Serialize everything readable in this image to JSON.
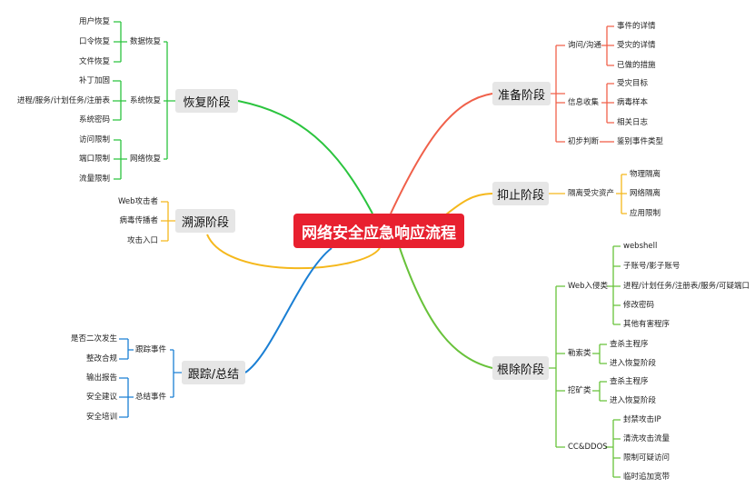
{
  "root": "网络安全应急响应流程",
  "stages": {
    "recovery": "恢复阶段",
    "trace": "溯源阶段",
    "track": "跟踪/总结",
    "prepare": "准备阶段",
    "suppress": "抑止阶段",
    "eradicate": "根除阶段"
  },
  "recovery": {
    "data": {
      "label": "数据恢复",
      "items": [
        "用户恢复",
        "口令恢复",
        "文件恢复"
      ]
    },
    "system": {
      "label": "系统恢复",
      "items": [
        "补丁加固",
        "进程/服务/计划任务/注册表",
        "系统密码"
      ]
    },
    "network": {
      "label": "网络恢复",
      "items": [
        "访问限制",
        "端口限制",
        "流量限制"
      ]
    }
  },
  "trace": {
    "items": [
      "Web攻击者",
      "病毒传播者",
      "攻击入口"
    ]
  },
  "track": {
    "follow": {
      "label": "跟踪事件",
      "items": [
        "是否二次发生",
        "整改合规"
      ]
    },
    "summary": {
      "label": "总结事件",
      "items": [
        "输出报告",
        "安全建议",
        "安全培训"
      ]
    }
  },
  "prepare": {
    "ask": {
      "label": "询问/沟通",
      "items": [
        "事件的详情",
        "受灾的详情",
        "已做的措施"
      ]
    },
    "info": {
      "label": "信息收集",
      "items": [
        "受灾目标",
        "病毒样本",
        "相关日志"
      ]
    },
    "judge": {
      "label": "初步判断",
      "items": [
        "鉴别事件类型"
      ]
    }
  },
  "suppress": {
    "isolate": {
      "label": "隔离受灾资产",
      "items": [
        "物理隔离",
        "网络隔离",
        "应用限制"
      ]
    }
  },
  "eradicate": {
    "web": {
      "label": "Web入侵类",
      "items": [
        "webshell",
        "子账号/影子账号",
        "进程/计划任务/注册表/服务/可疑端口",
        "修改密码",
        "其他有害程序"
      ]
    },
    "ransom": {
      "label": "勒索类",
      "items": [
        "查杀主程序",
        "进入恢复阶段"
      ]
    },
    "mining": {
      "label": "挖矿类",
      "items": [
        "查杀主程序",
        "进入恢复阶段"
      ]
    },
    "ddos": {
      "label": "CC&DDOS",
      "items": [
        "封禁攻击IP",
        "清洗攻击流量",
        "限制可疑访问",
        "临时追加宽带"
      ]
    }
  },
  "colors": {
    "root": "#e8202f",
    "recovery": "#2bc43e",
    "trace": "#f5b81c",
    "track": "#1a7fd4",
    "prepare": "#f0604a",
    "suppress": "#f5b81c",
    "eradicate": "#68c23a"
  }
}
